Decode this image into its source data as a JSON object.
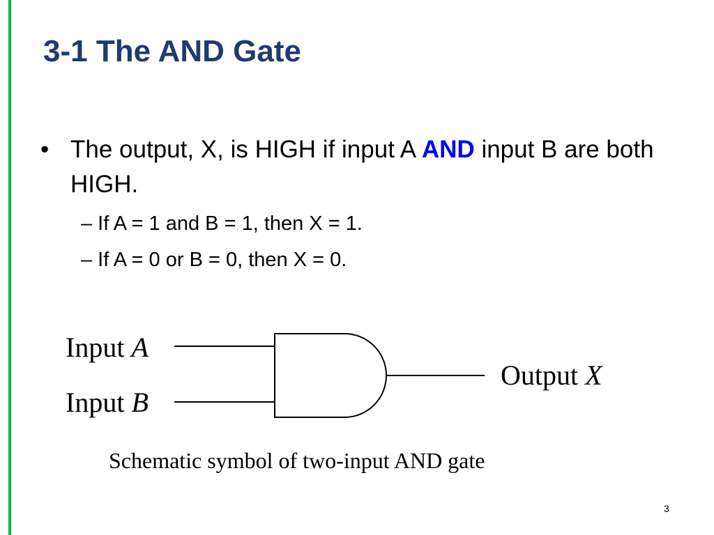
{
  "colors": {
    "title": "#1f3a6e",
    "accent_bar": "#1ab04c",
    "emphasis": "#0000ff",
    "text": "#000000"
  },
  "title": "3-1 The AND Gate",
  "bullet": {
    "marker": "•",
    "text_before": "The output, X, is HIGH if input A",
    "emphasis": "AND",
    "text_after": "input B are both HIGH."
  },
  "sub_bullets": [
    "– If A = 1 and B = 1, then X = 1.",
    "– If A = 0 or B = 0, then X = 0."
  ],
  "diagram": {
    "input_a": {
      "label": "Input",
      "variable": "A"
    },
    "input_b": {
      "label": "Input",
      "variable": "B"
    },
    "output": {
      "label": "Output",
      "variable": "X"
    }
  },
  "caption": "Schematic symbol of two-input AND gate",
  "page_number": "3"
}
